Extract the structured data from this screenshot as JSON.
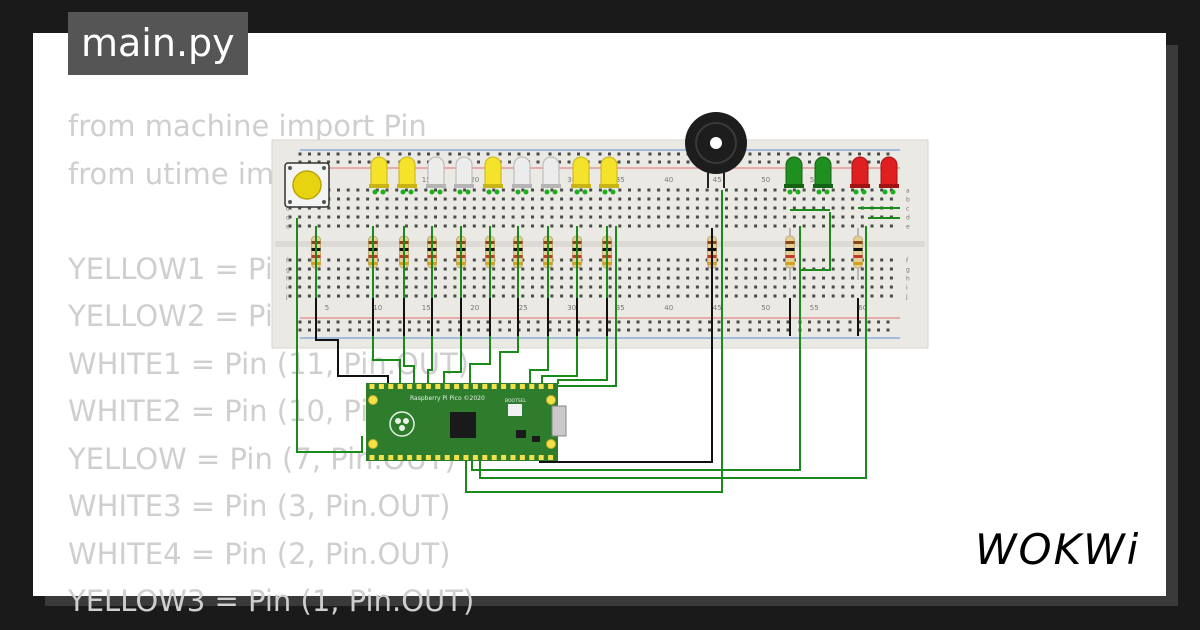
{
  "header": {
    "filename": "main.py"
  },
  "code_lines": [
    "from machine import Pin",
    "from utime import sleep",
    "",
    "YELLOW1 = Pin (16, Pin.OUT)",
    "YELLOW2 = Pin (12, Pin.OUT)",
    "WHITE1 = Pin (11, Pin.OUT)",
    "WHITE2 = Pin (10, Pin.OUT)",
    "YELLOW = Pin (7, Pin.OUT)",
    "WHITE3 = Pin (3, Pin.OUT)",
    "WHITE4 = Pin (2, Pin.OUT)",
    "YELLOW3 = Pin (1, Pin.OUT)"
  ],
  "breadboard": {
    "column_numbers": [
      "5",
      "10",
      "15",
      "20",
      "25",
      "30",
      "35",
      "40",
      "45",
      "50",
      "55",
      "60"
    ],
    "row_letters_top": [
      "a",
      "b",
      "c",
      "d",
      "e"
    ],
    "row_letters_bottom": [
      "f",
      "g",
      "h",
      "i",
      "j"
    ]
  },
  "leds": [
    {
      "color": "yellow"
    },
    {
      "color": "yellow"
    },
    {
      "color": "white"
    },
    {
      "color": "white"
    },
    {
      "color": "yellow"
    },
    {
      "color": "white"
    },
    {
      "color": "white"
    },
    {
      "color": "yellow"
    },
    {
      "color": "yellow"
    },
    {
      "color": "green"
    },
    {
      "color": "green"
    },
    {
      "color": "red"
    },
    {
      "color": "red"
    }
  ],
  "pico": {
    "label": "Raspberry Pi Pico ©2020",
    "bootsel": "BOOTSEL"
  },
  "brand": {
    "name": "WOKWi"
  },
  "colors": {
    "background": "#1a1a1a",
    "card": "#ffffff",
    "code_text": "#cfcfcf",
    "tab_bg": "#555555",
    "wire_green": "#1a8a1a",
    "pcb_green": "#2d7d2d",
    "breadboard": "#f0eeea"
  }
}
